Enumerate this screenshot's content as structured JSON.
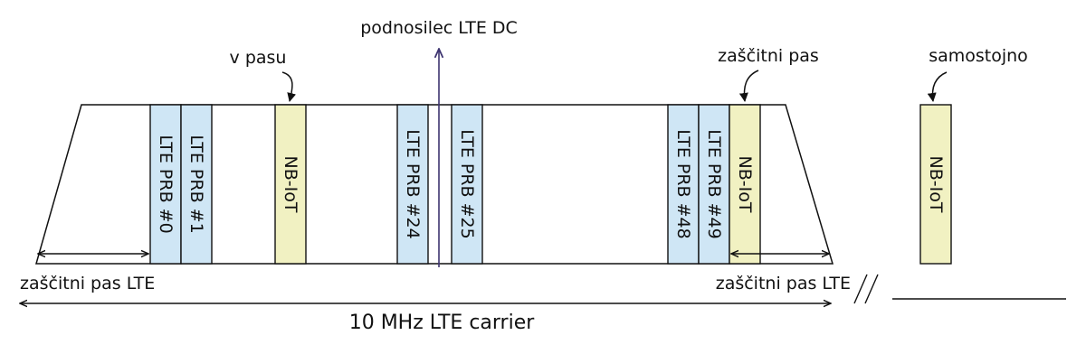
{
  "labels": {
    "dc_subcarrier": "podnosilec LTE DC",
    "in_band": "v pasu",
    "guard_band": "zaščitni pas",
    "standalone": "samostojno",
    "lte_guard_left": "zaščitni pas LTE",
    "lte_guard_right": "zaščitni pas LTE",
    "carrier": "10 MHz LTE carrier"
  },
  "blocks": {
    "prb0": "LTE PRB #0",
    "prb1": "LTE PRB #1",
    "nbiot_inband": "NB-IoT",
    "prb24": "LTE PRB #24",
    "prb25": "LTE PRB #25",
    "prb48": "LTE PRB #48",
    "prb49": "LTE PRB #49",
    "nbiot_guard": "NB-IoT",
    "nbiot_standalone": "NB-IoT"
  },
  "colors": {
    "lte_prb_fill": "#cfe6f5",
    "nbiot_fill": "#f1f1c2",
    "outline": "#111111",
    "dc_arrow": "#3d3470"
  }
}
